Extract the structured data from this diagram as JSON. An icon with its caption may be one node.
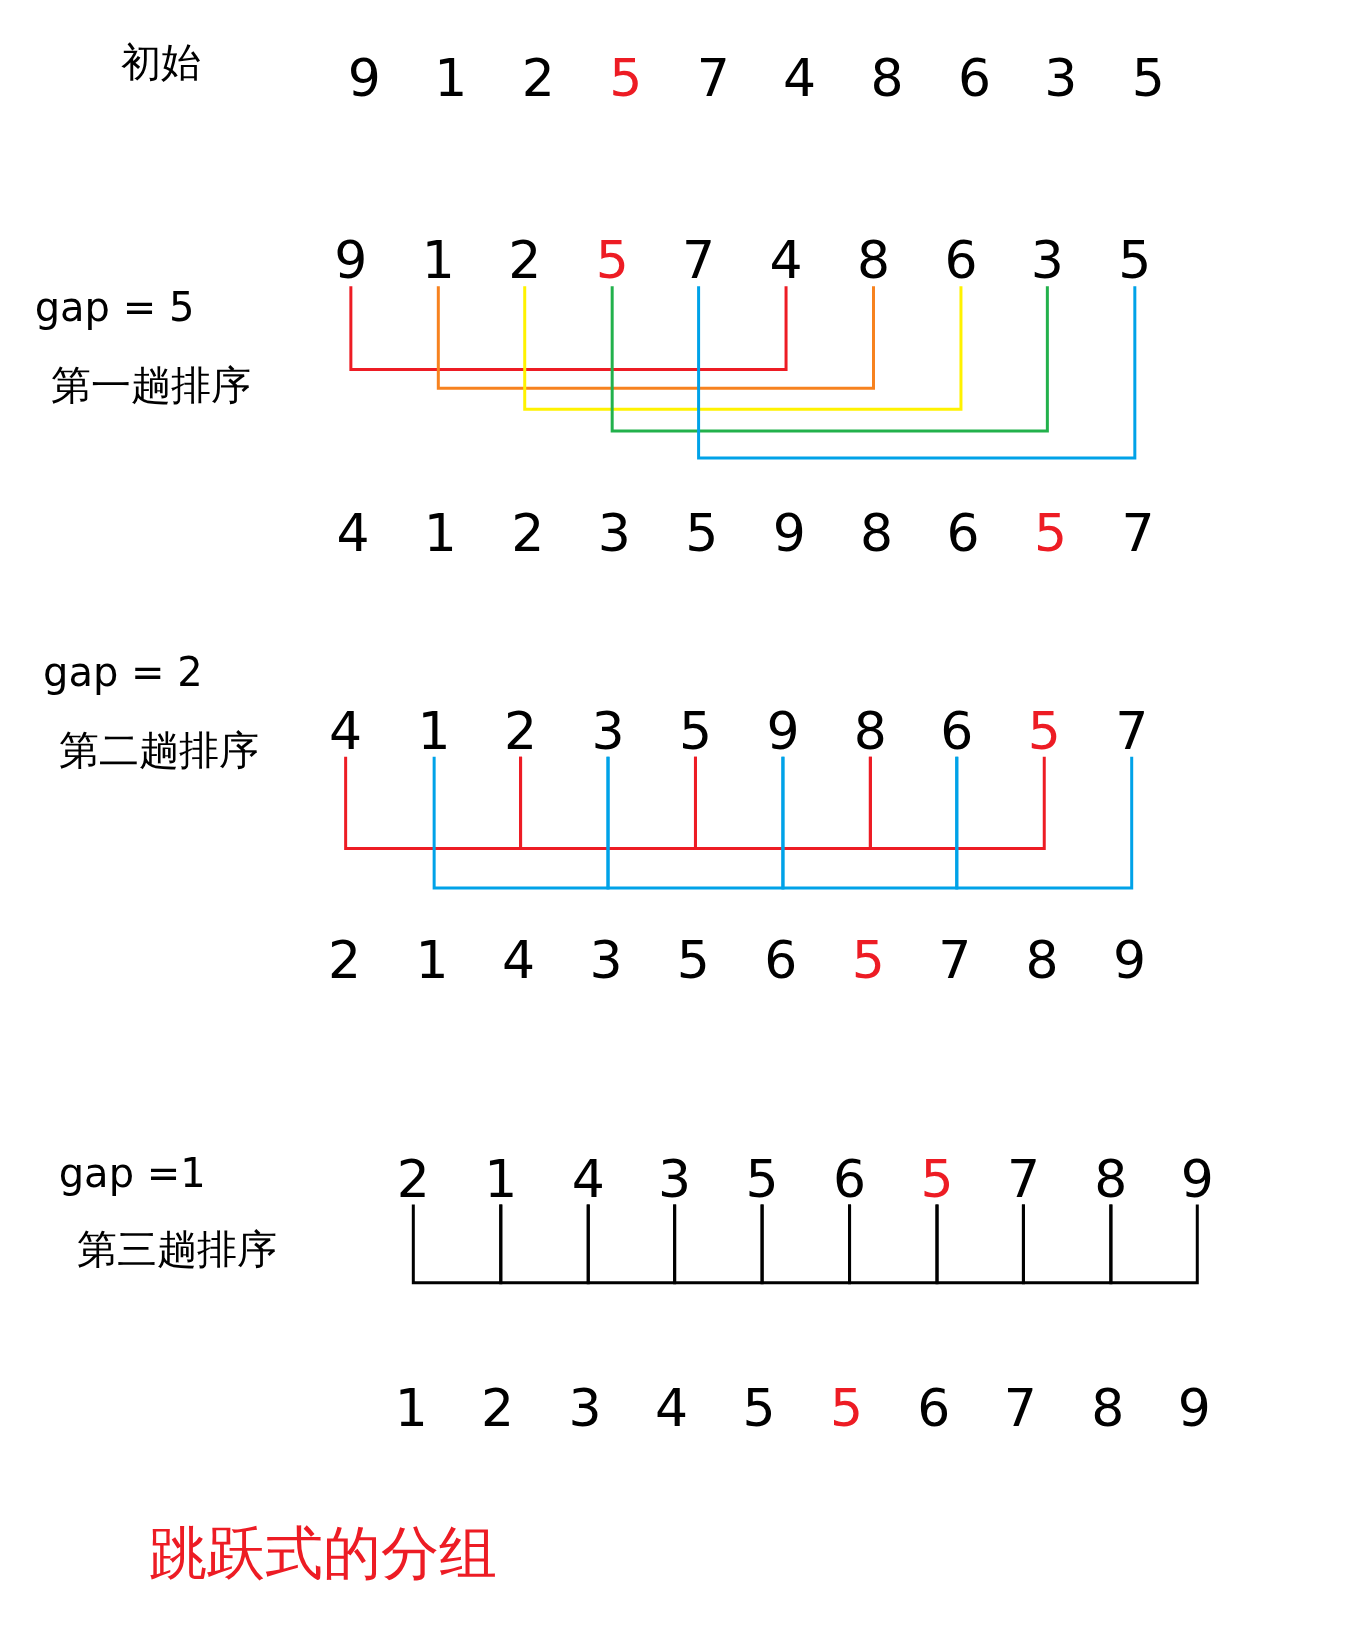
{
  "diagram": {
    "caption": "跳跃式的分组",
    "nodes": [
      {
        "text": [
          "9"
        ]
      },
      {
        "text": [
          "1"
        ]
      },
      {
        "text": [
          "2"
        ]
      },
      {
        "text": [
          "5"
        ]
      },
      {
        "text": [
          "7"
        ]
      },
      {
        "text": [
          "4"
        ]
      },
      {
        "text": [
          "8"
        ]
      },
      {
        "text": [
          "6"
        ]
      },
      {
        "text": [
          "3"
        ]
      },
      {
        "text": [
          "5"
        ]
      },
      {
        "text": [
          "4"
        ]
      },
      {
        "text": [
          "1"
        ]
      },
      {
        "text": [
          "2"
        ]
      },
      {
        "text": [
          "3"
        ]
      },
      {
        "text": [
          "5"
        ]
      },
      {
        "text": [
          "9"
        ]
      },
      {
        "text": [
          "8"
        ]
      },
      {
        "text": [
          "6"
        ]
      },
      {
        "text": [
          "5"
        ]
      },
      {
        "text": [
          "7"
        ]
      },
      {
        "text": [
          "2"
        ]
      },
      {
        "text": [
          "1"
        ]
      },
      {
        "text": [
          "4"
        ]
      },
      {
        "text": [
          "3"
        ]
      },
      {
        "text": [
          "5"
        ]
      },
      {
        "text": [
          "6"
        ]
      },
      {
        "text": [
          "5"
        ]
      },
      {
        "text": [
          "7"
        ]
      },
      {
        "text": [
          "8"
        ]
      },
      {
        "text": [
          "9"
        ]
      }
    ],
    "edges": [
      {
        "from": 0,
        "to": 5,
        "arrow": "none",
        "color": "#ed1c24"
      },
      {
        "from": 1,
        "to": 6,
        "arrow": "none",
        "color": "#f7821f"
      },
      {
        "from": 2,
        "to": 7,
        "arrow": "none",
        "color": "#fff200"
      },
      {
        "from": 3,
        "to": 8,
        "arrow": "none",
        "color": "#22b14c"
      },
      {
        "from": 4,
        "to": 9,
        "arrow": "none",
        "color": "#00a2e8"
      },
      {
        "from": 10,
        "to": 12,
        "arrow": "none",
        "color": "#ed1c24"
      },
      {
        "from": 12,
        "to": 14,
        "arrow": "none",
        "color": "#ed1c24"
      },
      {
        "from": 14,
        "to": 16,
        "arrow": "none",
        "color": "#ed1c24"
      },
      {
        "from": 16,
        "to": 18,
        "arrow": "none",
        "color": "#ed1c24"
      },
      {
        "from": 11,
        "to": 13,
        "arrow": "none",
        "color": "#00a2e8"
      },
      {
        "from": 13,
        "to": 15,
        "arrow": "none",
        "color": "#00a2e8"
      },
      {
        "from": 15,
        "to": 17,
        "arrow": "none",
        "color": "#00a2e8"
      },
      {
        "from": 17,
        "to": 19,
        "arrow": "none",
        "color": "#00a2e8"
      },
      {
        "from": 20,
        "to": 21,
        "arrow": "none"
      },
      {
        "from": 21,
        "to": 22,
        "arrow": "none"
      },
      {
        "from": 22,
        "to": 23,
        "arrow": "none"
      },
      {
        "from": 23,
        "to": 24,
        "arrow": "none"
      },
      {
        "from": 24,
        "to": 25,
        "arrow": "none"
      },
      {
        "from": 25,
        "to": 26,
        "arrow": "none"
      },
      {
        "from": 26,
        "to": 27,
        "arrow": "none"
      },
      {
        "from": 27,
        "to": 28,
        "arrow": "none"
      },
      {
        "from": 28,
        "to": 29,
        "arrow": "none"
      }
    ],
    "labels": [
      "初始",
      "9",
      "1",
      "2",
      "5",
      "7",
      "4",
      "8",
      "6",
      "3",
      "5",
      "gap = 5",
      "第一趟排序",
      "4",
      "1",
      "2",
      "3",
      "5",
      "9",
      "8",
      "6",
      "5",
      "7",
      "gap = 2",
      "第二趟排序",
      "2",
      "1",
      "4",
      "3",
      "5",
      "6",
      "5",
      "7",
      "8",
      "9",
      "gap =1",
      "第三趟排序",
      "1",
      "2",
      "3",
      "4",
      "5",
      "5",
      "6",
      "7",
      "8",
      "9"
    ]
  }
}
